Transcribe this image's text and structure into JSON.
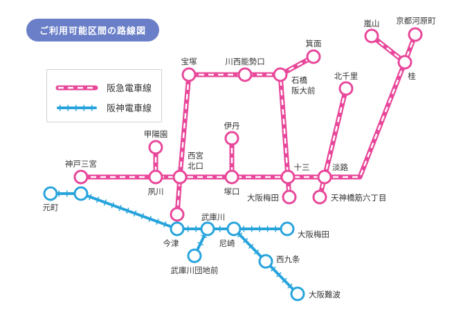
{
  "title": "ご利用可能区間の路線図",
  "legend": {
    "hankyu": "阪急電車線",
    "hanshin": "阪神電車線"
  },
  "colors": {
    "hankyu": "#e8479a",
    "hanshin": "#27a3dc",
    "title_bg": "#6a7fc8"
  },
  "hankyu_stations": {
    "takarazuka": "宝塚",
    "kawanishi": "川西能勢口",
    "mino": "箕面",
    "ishibashi": "石橋\n阪大前",
    "ishibashi_1": "石橋",
    "ishibashi_2": "阪大前",
    "arashiyama": "嵐山",
    "kawaramachi": "京都河原町",
    "katsura": "桂",
    "kitasenri": "北千里",
    "koyoen": "甲陽園",
    "itami": "伊丹",
    "sannomiya": "神戸三宮",
    "shukugawa": "夙川",
    "nishinomiya_1": "西宮",
    "nishinomiya_2": "北口",
    "tsukaguchi": "塚口",
    "juso": "十三",
    "awaji": "淡路",
    "umeda": "大阪梅田",
    "tenroku": "天神橋筋六丁目"
  },
  "hanshin_stations": {
    "motomachi": "元町",
    "imazu": "今津",
    "mukogawa": "武庫川",
    "danchimae": "武庫川団地前",
    "amagasaki": "尼崎",
    "umeda": "大阪梅田",
    "nishikujo": "西九条",
    "namba": "大阪難波"
  }
}
